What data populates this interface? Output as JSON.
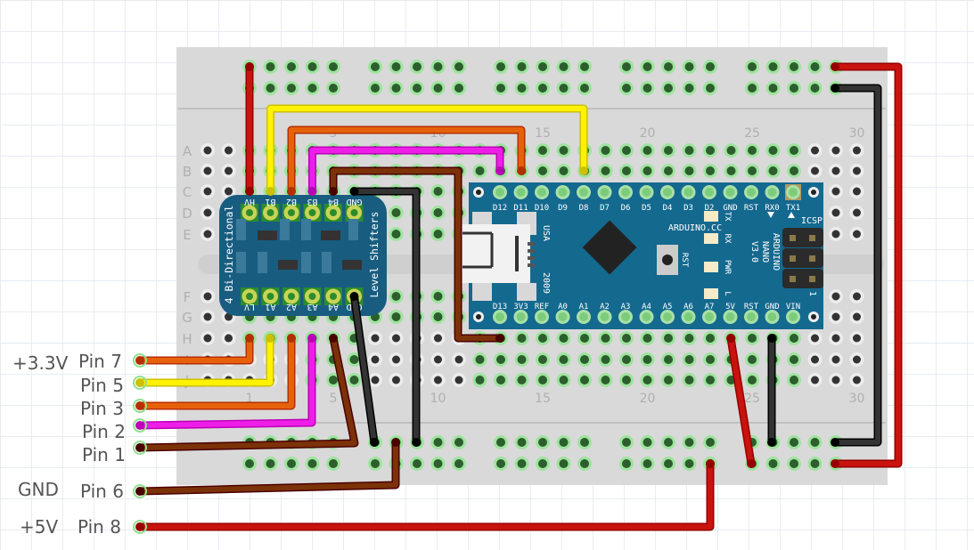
{
  "breadboard": {
    "row_labels_top": [
      "A",
      "B",
      "C",
      "D",
      "E"
    ],
    "row_labels_bottom": [
      "F",
      "G",
      "H",
      "I",
      "J"
    ],
    "column_numbers": [
      "1",
      "5",
      "10",
      "15",
      "20",
      "25",
      "30"
    ]
  },
  "level_shifter": {
    "title_left": "4 Bi-Directional",
    "title_right": "Level Shifters",
    "top_pins": [
      "HV",
      "B1",
      "B2",
      "B3",
      "B4",
      "GND"
    ],
    "bottom_pins": [
      "LV",
      "A1",
      "A2",
      "A3",
      "A4",
      "GND"
    ]
  },
  "arduino": {
    "top_pins": [
      "D12",
      "D11",
      "D10",
      "D9",
      "D8",
      "D7",
      "D6",
      "D5",
      "D4",
      "D3",
      "D2",
      "GND",
      "RST",
      "RX0",
      "TX1"
    ],
    "bottom_pins": [
      "D13",
      "3V3",
      "REF",
      "A0",
      "A1",
      "A2",
      "A3",
      "A4",
      "A5",
      "A6",
      "A7",
      "5V",
      "RST",
      "GND",
      "VIN"
    ],
    "brand": "ARDUINO.CC",
    "model": [
      "ARDUINO",
      "NANO",
      "V3.0"
    ],
    "usa": "USA",
    "year": "2009",
    "leds": [
      "TX",
      "RX",
      "PWR",
      "L"
    ],
    "reset_label": "RST",
    "icsp_label": "ICSP",
    "icsp_pin1": "1"
  },
  "connector": {
    "groups": [
      {
        "label": "+3.3V",
        "pins": [
          "Pin 7",
          "Pin 5",
          "Pin 3",
          "Pin 2",
          "Pin 1"
        ]
      },
      {
        "label": "GND",
        "pins": [
          "Pin 6"
        ]
      },
      {
        "label": "+5V",
        "pins": [
          "Pin 8"
        ]
      }
    ]
  },
  "wire_colors": {
    "red": "#c8130f",
    "yellow": "#fff200",
    "orange": "#e6610a",
    "magenta": "#ee1ee8",
    "brown": "#7c3208",
    "black": "#333333"
  },
  "colors": {
    "board": "#d9d9d9",
    "pcb": "#14698f",
    "level_shifter_pcb": "#185d80"
  }
}
